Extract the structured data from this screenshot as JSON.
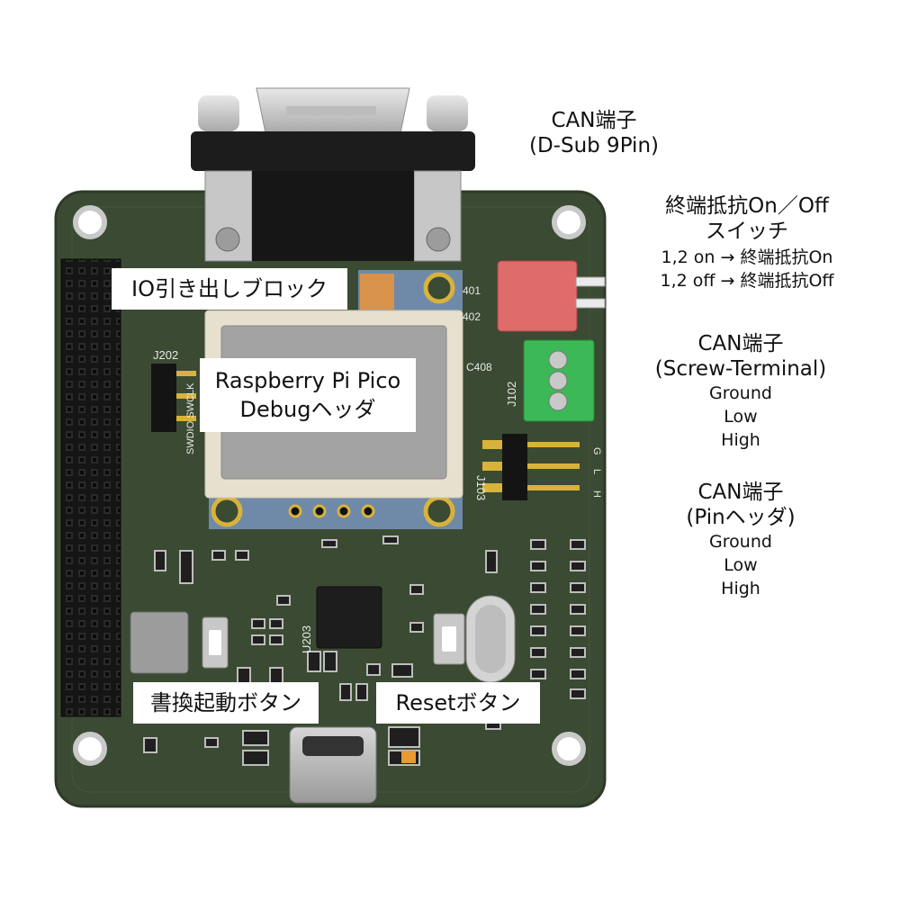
{
  "labels": {
    "io_block": "IO引き出しブロック",
    "pico_debug": [
      "Raspberry Pi Pico",
      "Debugヘッダ"
    ],
    "boot_button": "書換起動ボタン",
    "reset_button": "Resetボタン"
  },
  "annotations": {
    "can_dsub": [
      "CAN端子",
      "(D-Sub 9Pin)"
    ],
    "termination": {
      "title": [
        "終端抵抗On／Off",
        "スイッチ"
      ],
      "lines": [
        "1,2 on → 終端抵抗On",
        "1,2 off → 終端抵抗Off"
      ]
    },
    "can_screw": {
      "title": [
        "CAN端子",
        "(Screw-Terminal)"
      ],
      "lines": [
        "Ground",
        "Low",
        "High"
      ]
    },
    "can_pin": {
      "title": [
        "CAN端子",
        "(Pinヘッダ)"
      ],
      "lines": [
        "Ground",
        "Low",
        "High"
      ]
    }
  },
  "silkscreen": {
    "j202": "J202",
    "j102": "J102",
    "j103": "J103",
    "c408": "C408",
    "u203": "U203",
    "r401": "401",
    "r402": "402",
    "glh": [
      "G",
      "L",
      "H"
    ],
    "swd": "SWDIO SWCLK"
  },
  "colors": {
    "pcb": "#3b4a32",
    "pcb_edge": "#2e3a27",
    "header": "#141414",
    "terminal_green": "#3cb856",
    "switch_red": "#e06b6b",
    "pico_module": "#6f8aa8",
    "gold": "#d9b23c"
  }
}
